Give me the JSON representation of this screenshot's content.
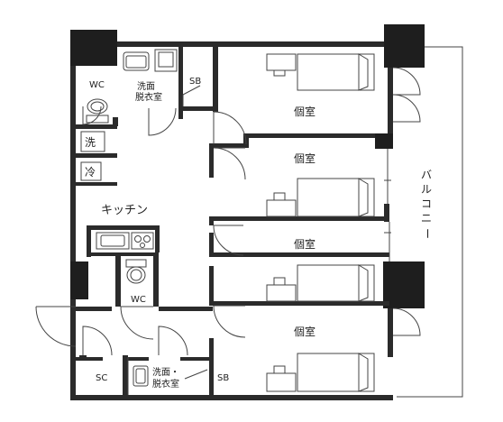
{
  "rooms": {
    "wc_top": "WC",
    "washroom_top_line1": "洗面",
    "washroom_top_line2": "脱衣室",
    "sb_top": "SB",
    "washer": "洗",
    "fridge": "冷",
    "kitchen": "キッチン",
    "wc_bottom": "WC",
    "sc": "SC",
    "washroom_bottom_line1": "洗面・",
    "washroom_bottom_line2": "脱衣室",
    "sb_bottom": "SB",
    "private_room_1": "個室",
    "private_room_2": "個室",
    "private_room_3": "個室",
    "private_room_4": "個室",
    "balcony_chars": [
      "バ",
      "ル",
      "コ",
      "ニ",
      "ー"
    ]
  },
  "colors": {
    "wall": "#2b2b2b",
    "column": "#1e1e1e",
    "line": "#444444"
  }
}
